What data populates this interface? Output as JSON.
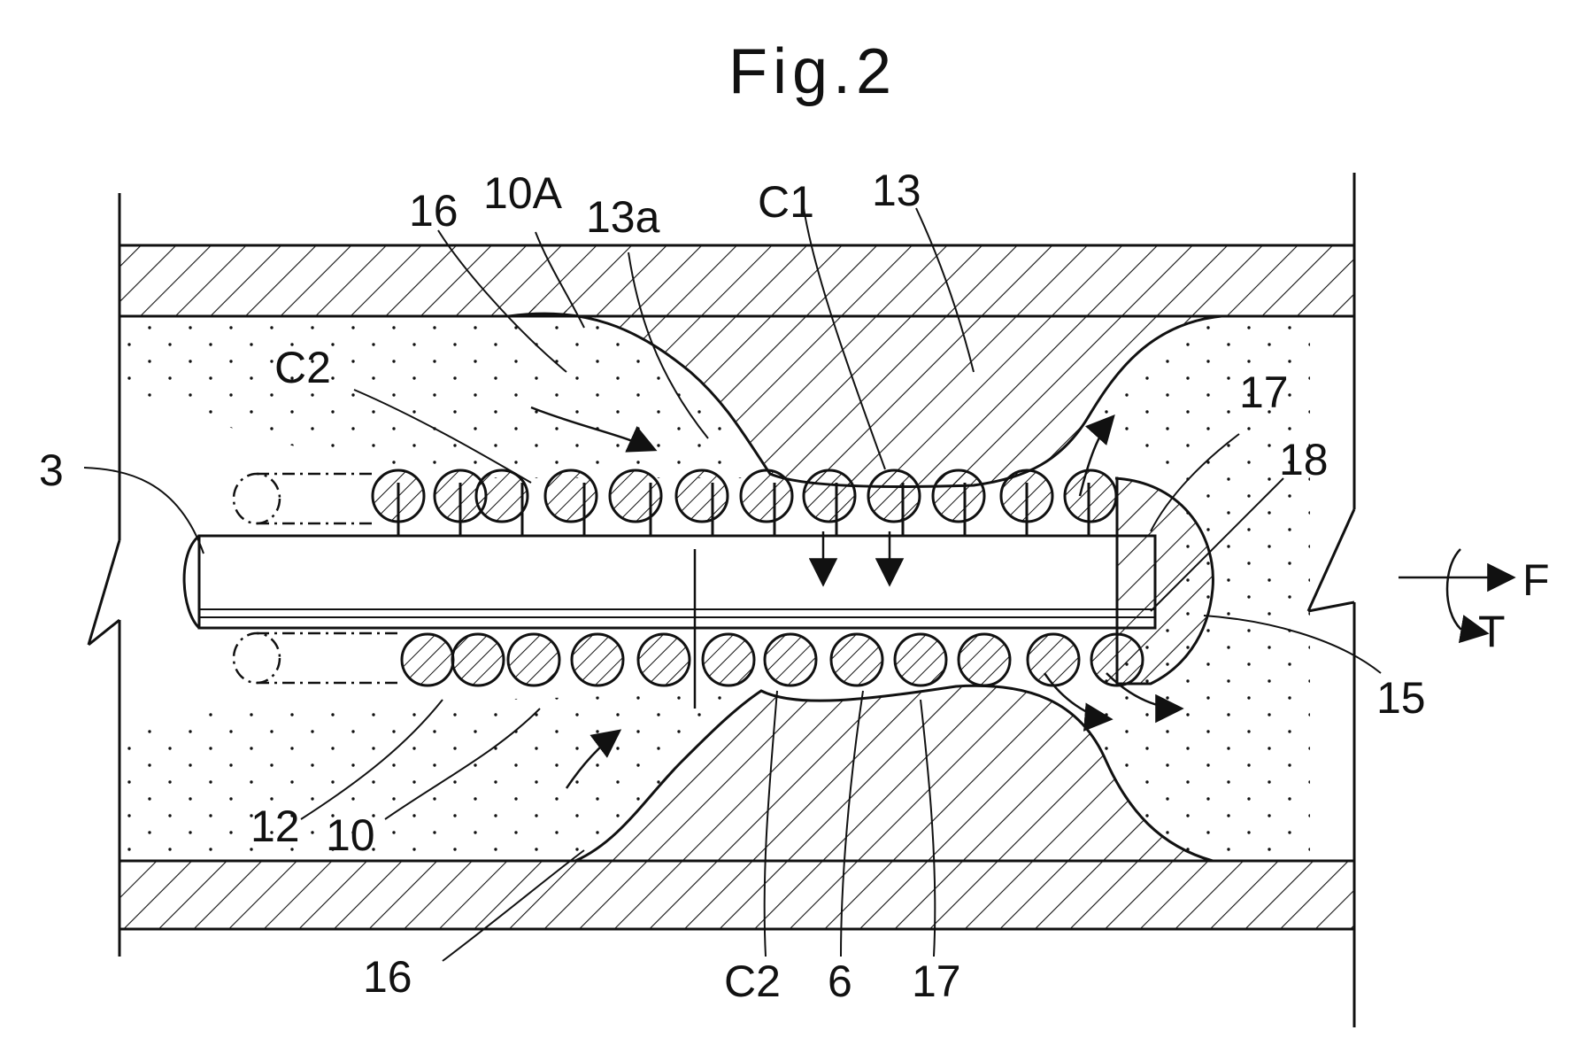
{
  "figure": {
    "title": "Fig.2",
    "ink_color": "#111111",
    "background": "#ffffff"
  },
  "labels": {
    "l16_top": "16",
    "l10A": "10A",
    "l13a": "13a",
    "lC1": "C1",
    "l13": "13",
    "lC2_top": "C2",
    "l17_right": "17",
    "l18": "18",
    "l3": "3",
    "lF": "F",
    "lT": "T",
    "l15": "15",
    "l12": "12",
    "l10": "10",
    "l16_bottom": "16",
    "lC2_bottom": "C2",
    "l6": "6",
    "l17_bottom": "17"
  }
}
